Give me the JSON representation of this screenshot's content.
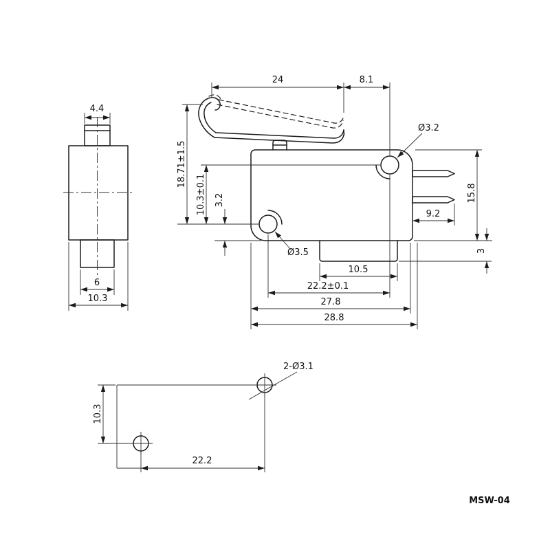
{
  "drawing": {
    "part_number": "MSW-04",
    "side_view": {
      "plunger_width": "4.4",
      "boss_width": "6",
      "body_width": "10.3"
    },
    "front_view": {
      "lever_length": "24",
      "lever_to_hole": "8.1",
      "top_hole_dia": "Ø3.2",
      "bottom_hole_dia": "Ø3.5",
      "lever_height": "18.71±1.5",
      "hole_vertical_spacing": "10.3±0.1",
      "hole_to_bottom": "3.2",
      "body_height": "15.8",
      "terminal_length": "9.2",
      "tab_height": "3",
      "tab_width": "10.5",
      "hole_horizontal_spacing": "22.2±0.1",
      "body_width": "27.8",
      "overall_width": "28.8"
    },
    "hole_pattern": {
      "holes_note": "2-Ø3.1",
      "vertical_spacing": "10.3",
      "horizontal_spacing": "22.2"
    }
  }
}
